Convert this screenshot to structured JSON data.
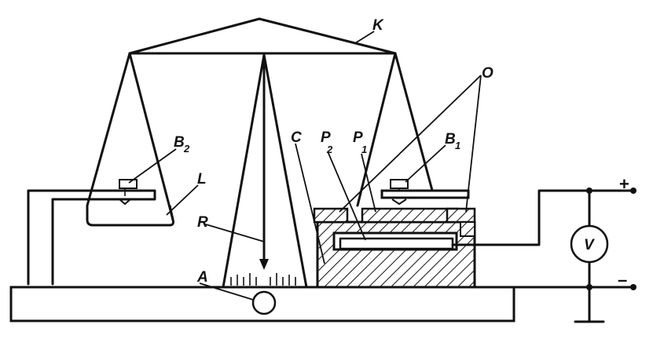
{
  "labels": {
    "K": "K",
    "O": "O",
    "B2": "B",
    "B2_sub": "2",
    "B1": "B",
    "B1_sub": "1",
    "L": "L",
    "R": "R",
    "A": "A",
    "C": "C",
    "P2": "P",
    "P2_sub": "2",
    "P1": "P",
    "P1_sub": "1",
    "V": "V",
    "plus": "+",
    "minus": "–"
  },
  "colors": {
    "line": "#111111",
    "background": "#ffffff"
  }
}
